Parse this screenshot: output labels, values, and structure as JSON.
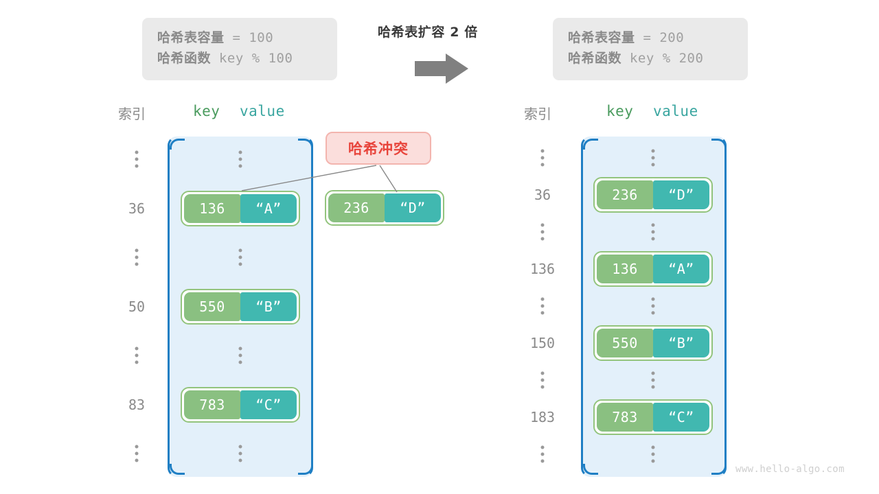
{
  "left_info": {
    "capacity_label": "哈希表容量",
    "capacity_expr": " = 100",
    "function_label": "哈希函数",
    "function_expr": " key % 100"
  },
  "right_info": {
    "capacity_label": "哈希表容量",
    "capacity_expr": " = 200",
    "function_label": "哈希函数",
    "function_expr": " key % 200"
  },
  "center": {
    "title": "哈希表扩容 2 倍",
    "arrow_icon": "right-arrow-icon"
  },
  "headers": {
    "index": "索引",
    "key": "key",
    "value": "value"
  },
  "callout": {
    "text": "哈希冲突"
  },
  "left_table": {
    "rows": [
      {
        "index": "⋮",
        "type": "ellipsis"
      },
      {
        "index": "36",
        "type": "pair",
        "key": "136",
        "value": "“A”"
      },
      {
        "index": "⋮",
        "type": "ellipsis"
      },
      {
        "index": "50",
        "type": "pair",
        "key": "550",
        "value": "“B”"
      },
      {
        "index": "⋮",
        "type": "ellipsis"
      },
      {
        "index": "83",
        "type": "pair",
        "key": "783",
        "value": "“C”"
      },
      {
        "index": "⋮",
        "type": "ellipsis"
      }
    ]
  },
  "floating_pair": {
    "key": "236",
    "value": "“D”"
  },
  "right_table": {
    "rows": [
      {
        "index": "⋮",
        "type": "ellipsis"
      },
      {
        "index": "36",
        "type": "pair",
        "key": "236",
        "value": "“D”"
      },
      {
        "index": "⋮",
        "type": "ellipsis"
      },
      {
        "index": "136",
        "type": "pair",
        "key": "136",
        "value": "“A”"
      },
      {
        "index": "⋮",
        "type": "ellipsis"
      },
      {
        "index": "150",
        "type": "pair",
        "key": "550",
        "value": "“B”"
      },
      {
        "index": "⋮",
        "type": "ellipsis"
      },
      {
        "index": "183",
        "type": "pair",
        "key": "783",
        "value": "“C”"
      },
      {
        "index": "⋮",
        "type": "ellipsis"
      }
    ]
  },
  "watermark": "www.hello-algo.com",
  "colors": {
    "key_fill": "#8ac081",
    "value_fill": "#41b8b0",
    "pair_border": "#93c47d",
    "bucket_fill": "#e3f0fa",
    "bucket_border": "#1f7fc4",
    "callout_fill": "#fbdedc",
    "callout_text": "#e8453c",
    "info_fill": "#eaeaea",
    "arrow": "#808080"
  }
}
